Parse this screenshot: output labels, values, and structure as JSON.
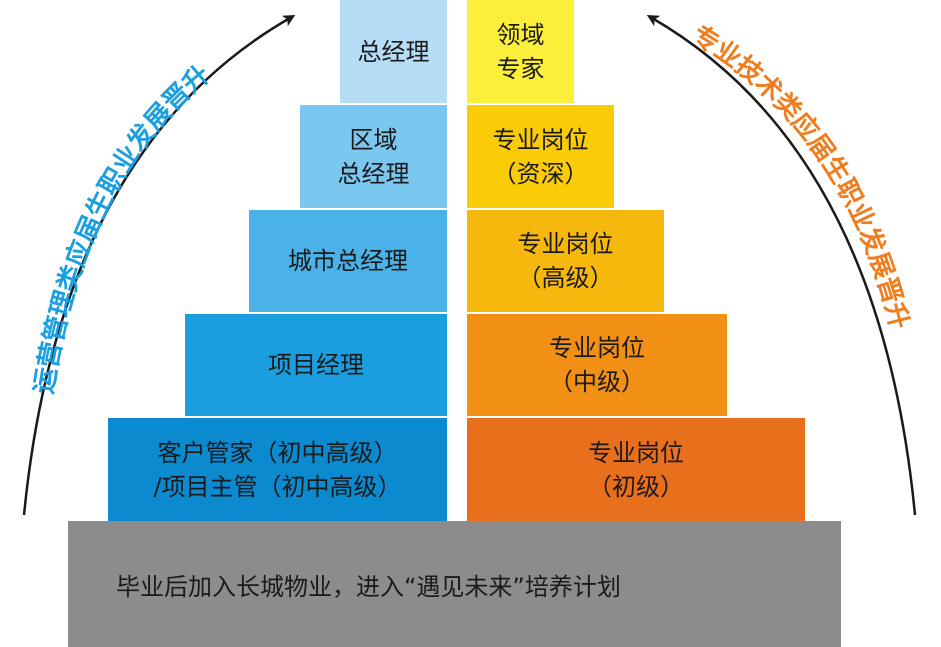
{
  "colors": {
    "left": [
      "#0b8ad0",
      "#1b9ee0",
      "#4ab2e8",
      "#7ac7ef",
      "#b7dcf5"
    ],
    "right": [
      "#e86f1c",
      "#f19014",
      "#f6b80c",
      "#f9cc07",
      "#fcef3c"
    ],
    "base": "#8c8c8c",
    "left_title": "#1a9fe0",
    "right_title": "#f07d1d"
  },
  "left_path": {
    "title": "运营管理类应届生职业发展晋升",
    "levels": [
      "客户管家（初中高级）\n/项目主管（初中高级）",
      "项目经理",
      "城市总经理",
      "区域\n总经理",
      "总经理"
    ]
  },
  "right_path": {
    "title": "专业技术类应届生职业发展晋升",
    "levels": [
      "专业岗位\n（初级）",
      "专业岗位\n（中级）",
      "专业岗位\n（高级）",
      "专业岗位\n（资深）",
      "领域\n专家"
    ]
  },
  "base": {
    "text": "毕业后加入长城物业，进入“遇见未来”培养计划"
  }
}
